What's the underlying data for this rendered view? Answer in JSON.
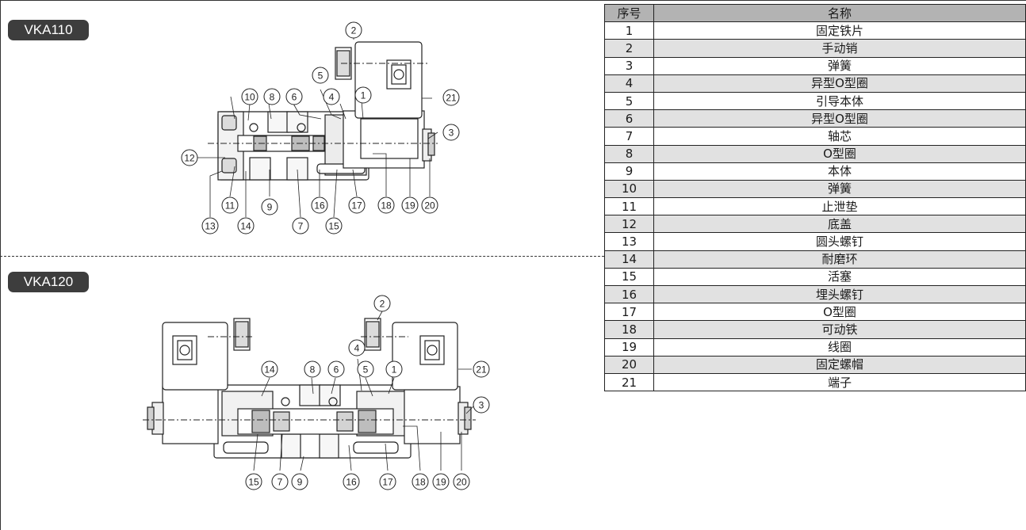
{
  "models": [
    {
      "label": "VKA110"
    },
    {
      "label": "VKA120"
    }
  ],
  "callouts_vka110": [
    "1",
    "2",
    "3",
    "4",
    "5",
    "6",
    "8",
    "10",
    "12",
    "21",
    "11",
    "9",
    "16",
    "17",
    "18",
    "19",
    "20",
    "13",
    "14",
    "7",
    "15"
  ],
  "callouts_vka120": [
    "2",
    "4",
    "14",
    "8",
    "6",
    "5",
    "1",
    "21",
    "3",
    "15",
    "7",
    "9",
    "16",
    "17",
    "18",
    "19",
    "20"
  ],
  "parts_table": {
    "headers": [
      "序号",
      "名称"
    ],
    "rows": [
      {
        "no": "1",
        "name": "固定铁片"
      },
      {
        "no": "2",
        "name": "手动销"
      },
      {
        "no": "3",
        "name": "弹簧"
      },
      {
        "no": "4",
        "name": "异型O型圈"
      },
      {
        "no": "5",
        "name": "引导本体"
      },
      {
        "no": "6",
        "name": "异型O型圈"
      },
      {
        "no": "7",
        "name": "轴芯"
      },
      {
        "no": "8",
        "name": "O型圈"
      },
      {
        "no": "9",
        "name": "本体"
      },
      {
        "no": "10",
        "name": "弹簧"
      },
      {
        "no": "11",
        "name": "止泄垫"
      },
      {
        "no": "12",
        "name": "底盖"
      },
      {
        "no": "13",
        "name": "圆头螺钉"
      },
      {
        "no": "14",
        "name": "耐磨环"
      },
      {
        "no": "15",
        "name": "活塞"
      },
      {
        "no": "16",
        "name": "埋头螺钉"
      },
      {
        "no": "17",
        "name": "O型圈"
      },
      {
        "no": "18",
        "name": "可动铁"
      },
      {
        "no": "19",
        "name": "线圈"
      },
      {
        "no": "20",
        "name": "固定螺帽"
      },
      {
        "no": "21",
        "name": "端子"
      }
    ]
  },
  "colors": {
    "badge_bg": "#3d3d3d",
    "header_bg": "#b3b3b3",
    "row_shade": "#e1e1e1"
  }
}
